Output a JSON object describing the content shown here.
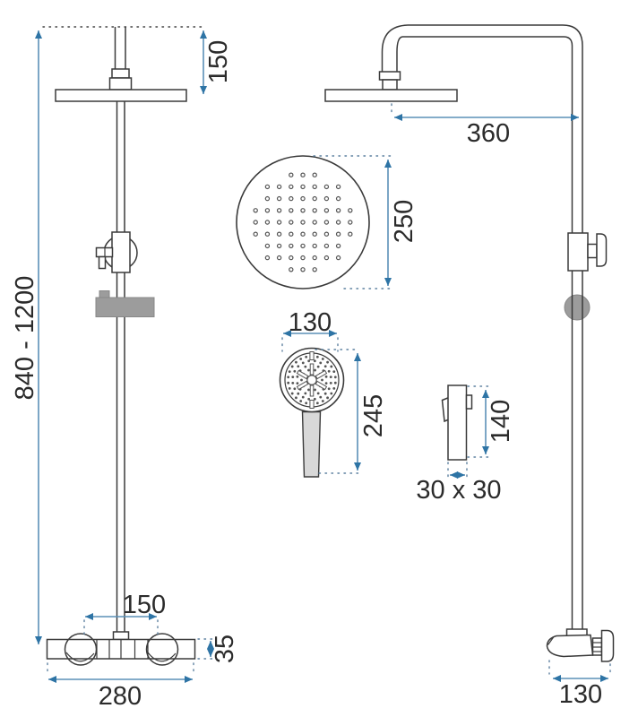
{
  "labels": {
    "height_range": "840 - 1200",
    "top_offset": "150",
    "head_diameter": "250",
    "hand_width": "130",
    "hand_length": "245",
    "bracket_length": "140",
    "bracket_profile": "30 x 30",
    "arm_reach": "360",
    "valve_spacing": "150",
    "valve_height": "35",
    "valve_width": "280",
    "wall_outlet_width": "130"
  },
  "colors": {
    "dimension_line": "#5b90b7",
    "dimension_arrow": "#2e74a5",
    "drawing_line": "#3a3a3a",
    "slider_fill": "#9c9c9c",
    "handle_fill": "#d8d8d8",
    "label_text": "#2b2b2b"
  }
}
